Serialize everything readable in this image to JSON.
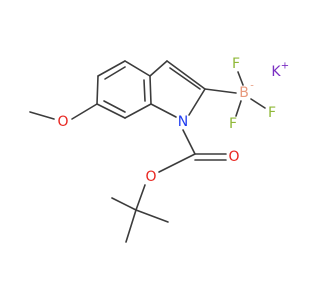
{
  "structure": {
    "atoms": {
      "methoxy_o": {
        "symbol": "O",
        "color": "#e8251f"
      },
      "indole_n": {
        "symbol": "N",
        "color": "#1f3cf0"
      },
      "boron": {
        "symbol": "B",
        "charge": "-",
        "color": "#e89a7e"
      },
      "fluorine_top": {
        "symbol": "F",
        "color": "#8fb838"
      },
      "fluorine_left": {
        "symbol": "F",
        "color": "#8fb838"
      },
      "fluorine_right": {
        "symbol": "F",
        "color": "#8fb838"
      },
      "potassium": {
        "symbol": "K",
        "charge": "+",
        "color": "#7a2ec2"
      },
      "carbonyl_o": {
        "symbol": "O",
        "color": "#e8251f"
      },
      "ester_o": {
        "symbol": "O",
        "color": "#e8251f"
      }
    },
    "bond_color": "#3c3c3c"
  }
}
